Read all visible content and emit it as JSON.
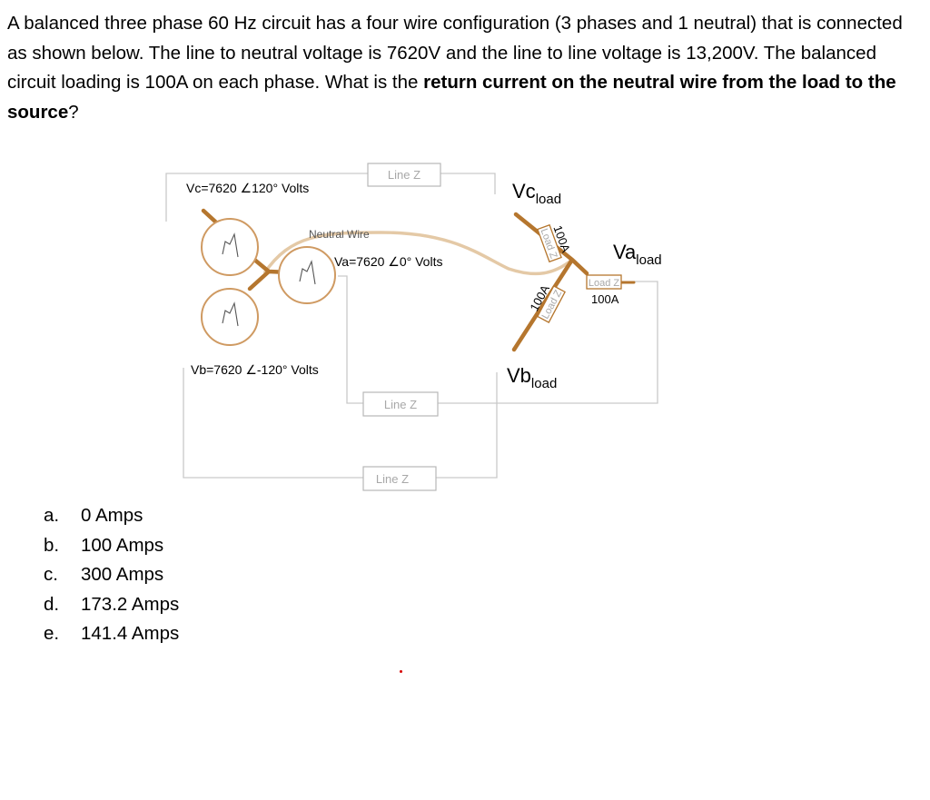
{
  "question": {
    "text_1": "A balanced three phase 60 Hz circuit has a four wire configuration (3 phases and 1 neutral) that is connected as shown below. The line to neutral voltage is 7620V and the line to line voltage is 13,200V. The balanced circuit loading is 100A on each phase. What is the ",
    "text_bold": "return current on the neutral wire from the load to the source",
    "text_end": "?"
  },
  "diagram": {
    "vc_source": "Vc=7620 ∠120° Volts",
    "va_source": "Va=7620 ∠0° Volts",
    "vb_source": "Vb=7620 ∠-120° Volts",
    "neutral_wire": "Neutral Wire",
    "line_z_top": "Line Z",
    "line_z_mid": "Line Z",
    "line_z_bottom": "Line Z",
    "vc_load_main": "Vc",
    "vc_load_sub": "load",
    "va_load_main": "Va",
    "va_load_sub": "load",
    "vb_load_main": "Vb",
    "vb_load_sub": "load",
    "load_z_a": "Load Z",
    "load_z_c": "Load Z",
    "load_z_b": "Load Z",
    "current_a": "100A",
    "current_c": "100A",
    "current_b": "100A"
  },
  "choices": [
    {
      "letter": "a.",
      "text": "0 Amps"
    },
    {
      "letter": "b.",
      "text": "100 Amps"
    },
    {
      "letter": "c.",
      "text": "300 Amps"
    },
    {
      "letter": "d.",
      "text": "173.2 Amps"
    },
    {
      "letter": "e.",
      "text": "141.4 Amps"
    }
  ]
}
